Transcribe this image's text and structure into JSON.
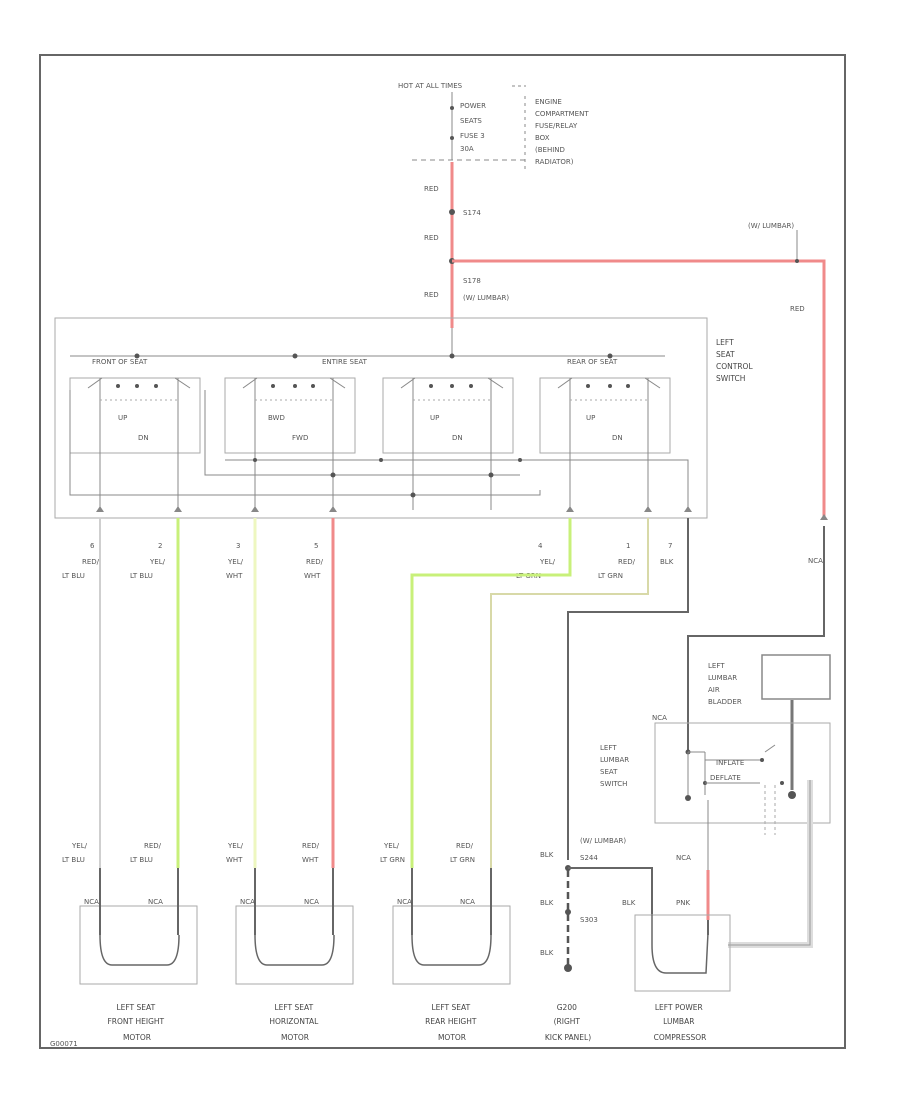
{
  "power": {
    "hot": "HOT AT ALL TIMES",
    "fuse_lines": [
      "POWER",
      "SEATS",
      "FUSE 3",
      "30A"
    ],
    "location_lines": [
      "ENGINE",
      "COMPARTMENT",
      "FUSE/RELAY",
      "BOX",
      "(BEHIND",
      "RADIATOR)"
    ]
  },
  "labels": {
    "red_1": "RED",
    "splice_1": "S174",
    "red_2": "RED",
    "red_3": "RED",
    "splice_2": "S178",
    "splice_2_note": "(W/ LUMBAR)",
    "w_lumbar_top": "(W/ LUMBAR)",
    "red_right": "RED",
    "nca_right": "NCA"
  },
  "switch": {
    "name_lines": [
      "LEFT",
      "SEAT",
      "CONTROL",
      "SWITCH"
    ],
    "section_front": "FRONT OF SEAT",
    "section_entire": "ENTIRE SEAT",
    "section_rear": "REAR OF SEAT",
    "u1": "UP",
    "d1": "DN",
    "u2": "BWD",
    "d2": "FWD",
    "u3": "UP",
    "d3": "DN",
    "u4": "UP",
    "d4": "DN"
  },
  "pins": {
    "p6": "6",
    "p2": "2",
    "p3": "3",
    "p5": "5",
    "p4": "4",
    "p1": "1",
    "p7": "7"
  },
  "wires": {
    "w1a": "RED/",
    "w1b": "LT BLU",
    "w2a": "YEL/",
    "w2b": "LT BLU",
    "w3a": "YEL/",
    "w3b": "WHT",
    "w4a": "RED/",
    "w4b": "WHT",
    "w5a": "YEL/",
    "w5b": "LT GRN",
    "w6a": "RED/",
    "w6b": "LT GRN",
    "w7": "BLK",
    "b1a": "YEL/",
    "b1b": "LT BLU",
    "b2a": "RED/",
    "b2b": "LT BLU",
    "b3a": "YEL/",
    "b3b": "WHT",
    "b4a": "RED/",
    "b4b": "WHT",
    "b5a": "YEL/",
    "b5b": "LT GRN",
    "b6a": "RED/",
    "b6b": "LT GRN"
  },
  "motors": {
    "nca": "NCA",
    "m1_lines": [
      "LEFT SEAT",
      "FRONT HEIGHT",
      "MOTOR"
    ],
    "m2_lines": [
      "LEFT SEAT",
      "HORIZONTAL",
      "MOTOR"
    ],
    "m3_lines": [
      "LEFT SEAT",
      "REAR HEIGHT",
      "MOTOR"
    ]
  },
  "ground": {
    "blk_1": "BLK",
    "w_lumbar": "(W/ LUMBAR)",
    "note": "S244",
    "blk_2": "BLK",
    "splice": "S303",
    "blk_3": "BLK",
    "g_lines": [
      "G200",
      "(RIGHT",
      "KICK PANEL)"
    ]
  },
  "lumbar": {
    "bladder_lines": [
      "LEFT",
      "LUMBAR",
      "AIR",
      "BLADDER"
    ],
    "switch_lines": [
      "LEFT",
      "LUMBAR",
      "SEAT",
      "SWITCH"
    ],
    "inflate": "INFLATE",
    "deflate": "DEFLATE",
    "nca_left": "NCA",
    "nca_mid": "NCA",
    "blk": "BLK",
    "pnk": "PNK",
    "compressor_lines": [
      "LEFT POWER",
      "LUMBAR",
      "COMPRESSOR"
    ]
  },
  "footer": {
    "code": "G00071"
  }
}
